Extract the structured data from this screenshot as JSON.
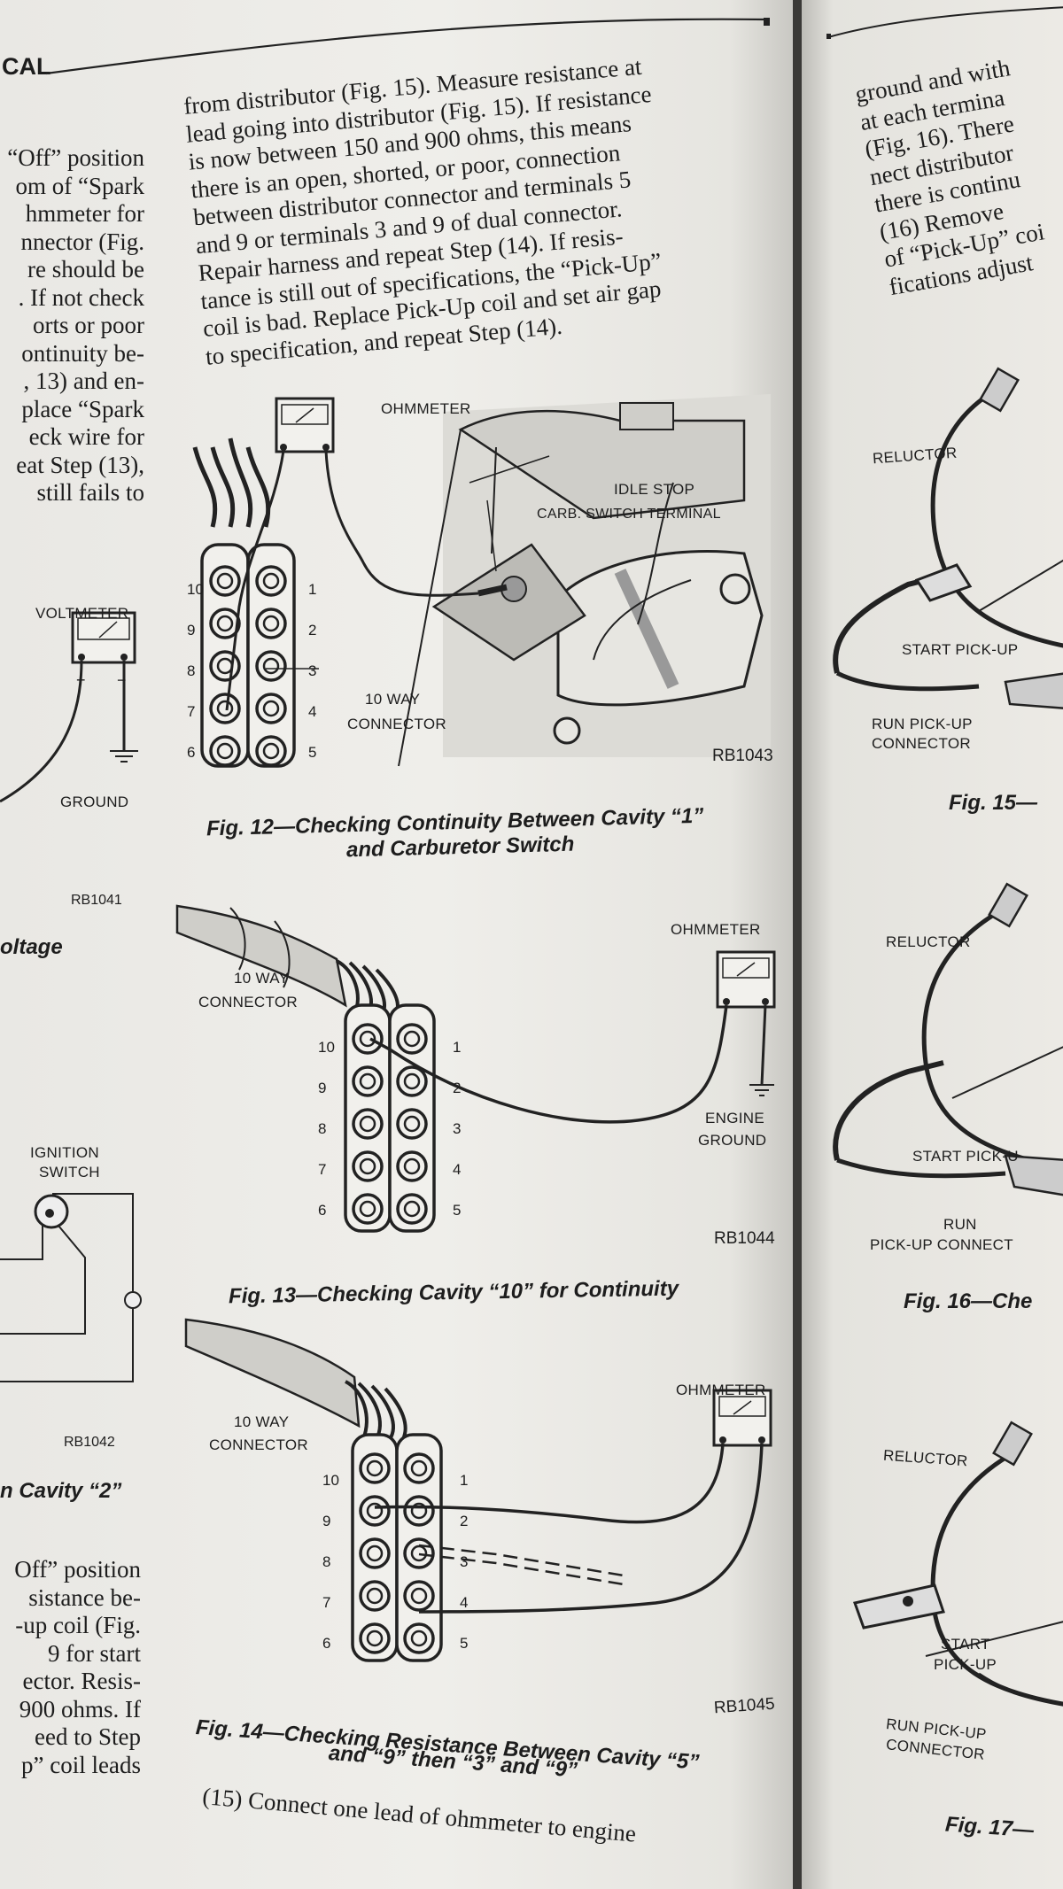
{
  "header": {
    "section": "CAL"
  },
  "left_column": {
    "lines": [
      "“Off” position",
      "om of “Spark",
      "hmmeter for",
      "nnector (Fig.",
      "re should be",
      ". If not check",
      "orts or poor",
      "ontinuity be-",
      ", 13) and en-",
      "place “Spark",
      "eck wire for",
      "eat Step (13),",
      "still fails to"
    ],
    "fig_voltmeter": {
      "label": "VOLTMETER",
      "plus": "+",
      "minus": "−",
      "ground": "GROUND",
      "code": "RB1041",
      "caption": "oltage"
    },
    "fig_ignition": {
      "label1": "IGNITION",
      "label2": "SWITCH",
      "code": "RB1042",
      "caption": "n Cavity “2”"
    },
    "lines2": [
      "Off” position",
      "sistance be-",
      "-up coil (Fig.",
      "9 for start",
      "ector. Resis-",
      "900 ohms. If",
      "eed to Step",
      "p” coil leads"
    ]
  },
  "main_column": {
    "lines": [
      "from distributor (Fig. 15). Measure resistance at",
      "lead going into distributor (Fig. 15). If resistance",
      "is now between 150 and 900 ohms, this means",
      "there is an open, shorted, or poor, connection",
      "between distributor connector and terminals 5",
      "and 9 or terminals 3 and 9 of dual connector.",
      "Repair harness and repeat Step (14). If resis-",
      "tance is still out of specifications, the “Pick-Up”",
      "coil is bad. Replace Pick-Up coil and set air gap",
      "to specification, and repeat Step (14)."
    ],
    "final_line": "(15) Connect one lead of ohmmeter to engine"
  },
  "fig12": {
    "ohmmeter": "OHMMETER",
    "idle_stop": "IDLE STOP",
    "carb_switch": "CARB. SWITCH TERMINAL",
    "connector1": "10 WAY",
    "connector2": "CONNECTOR",
    "code": "RB1043",
    "caption1": "Fig. 12—Checking Continuity Between Cavity “1”",
    "caption2": "and Carburetor Switch",
    "left_numbers": [
      "10",
      "9",
      "8",
      "7",
      "6"
    ],
    "right_numbers": [
      "1",
      "2",
      "3",
      "4",
      "5"
    ]
  },
  "fig13": {
    "connector1": "10 WAY",
    "connector2": "CONNECTOR",
    "ohmmeter": "OHMMETER",
    "engine": "ENGINE",
    "ground": "GROUND",
    "code": "RB1044",
    "caption": "Fig. 13—Checking Cavity “10” for Continuity",
    "left_numbers": [
      "10",
      "9",
      "8",
      "7",
      "6"
    ],
    "right_numbers": [
      "1",
      "2",
      "3",
      "4",
      "5"
    ]
  },
  "fig14": {
    "connector1": "10 WAY",
    "connector2": "CONNECTOR",
    "ohmmeter": "OHMMETER",
    "code": "RB1045",
    "caption1": "Fig. 14—Checking Resistance Between Cavity “5”",
    "caption2": "and “9” then “3” and “9”",
    "left_numbers": [
      "10",
      "9",
      "8",
      "7",
      "6"
    ],
    "right_numbers": [
      "1",
      "2",
      "3",
      "4",
      "5"
    ]
  },
  "right_page": {
    "lines": [
      "ground and with",
      "at each termina",
      "(Fig. 16). There",
      "nect distributor",
      "there is continu",
      "(16) Remove",
      "of “Pick-Up” coi",
      "fications adjust"
    ],
    "fig15": {
      "reluctor": "RELUCTOR",
      "start": "START PICK-UP",
      "run1": "RUN PICK-UP",
      "run2": "CONNECTOR",
      "caption": "Fig. 15—"
    },
    "fig16": {
      "reluctor": "RELUCTOR",
      "start": "START PICK-U",
      "run1": "RUN",
      "run2": "PICK-UP CONNECT",
      "caption": "Fig. 16—Che"
    },
    "fig17": {
      "reluctor": "RELUCTOR",
      "start1": "START",
      "start2": "PICK-UP",
      "run1": "RUN PICK-UP",
      "run2": "CONNECTOR",
      "caption": "Fig. 17—"
    }
  }
}
